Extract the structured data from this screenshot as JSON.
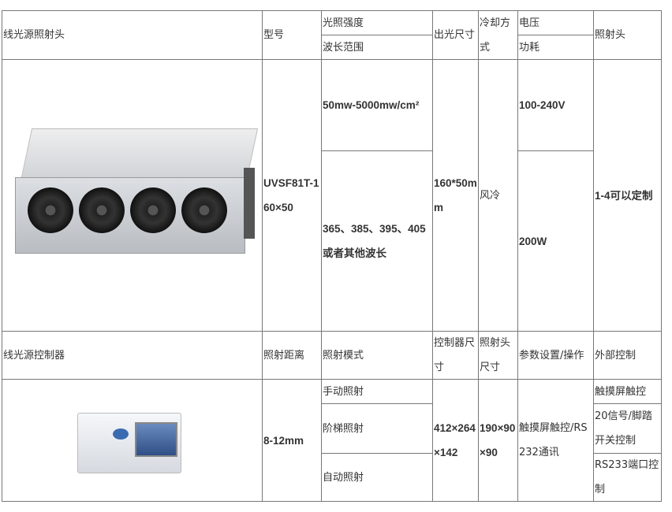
{
  "head_table": {
    "title": "线光源照射头",
    "model_h": "型号",
    "intensity_h": "光照强度",
    "wavelength_h": "波长范围",
    "aperture_h": "出光尺寸",
    "cooling_h": "冷却方式",
    "voltage_h": "电压",
    "power_h": "功耗",
    "heads_h": "照射头",
    "model": "UVSF81T-160×50",
    "intensity": "50mw-5000mw/cm²",
    "wavelength": "365、385、395、405或者其他波长",
    "aperture": "160*50mm",
    "cooling": "风冷",
    "voltage": "100-240V",
    "power": "200W",
    "heads": "1-4可以定制"
  },
  "controller_table": {
    "title": "线光源控制器",
    "distance_h": "照射距离",
    "mode_h": "照射模式",
    "ctrl_size_h": "控制器尺寸",
    "head_size_h": "照射头尺寸",
    "settings_h": "参数设置/操作",
    "external_h": "外部控制",
    "distance": "8-12mm",
    "modes": [
      "手动照射",
      "阶梯照射",
      "自动照射"
    ],
    "ctrl_size": "412×264×142",
    "head_size": "190×90×90",
    "settings": "触摸屏触控/RS232通讯",
    "external": [
      "触摸屏触控",
      "20信号/脚踏开关控制",
      "RS233端口控制"
    ]
  }
}
